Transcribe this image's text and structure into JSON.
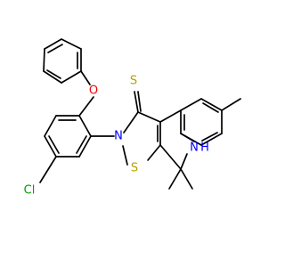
{
  "molecule": {
    "atom_labels": {
      "sulfur_thione": "S",
      "oxygen": "O",
      "nitrogen_ring": "N",
      "sulfur_ring": "S",
      "nitrogen_amine": "N",
      "hydrogen_amine": "H",
      "chlorine": "Cl"
    },
    "colors": {
      "sulfur": "#b5a000",
      "oxygen": "#ff0000",
      "nitrogen": "#0000ff",
      "chlorine": "#00a000",
      "bond": "#000000"
    }
  }
}
